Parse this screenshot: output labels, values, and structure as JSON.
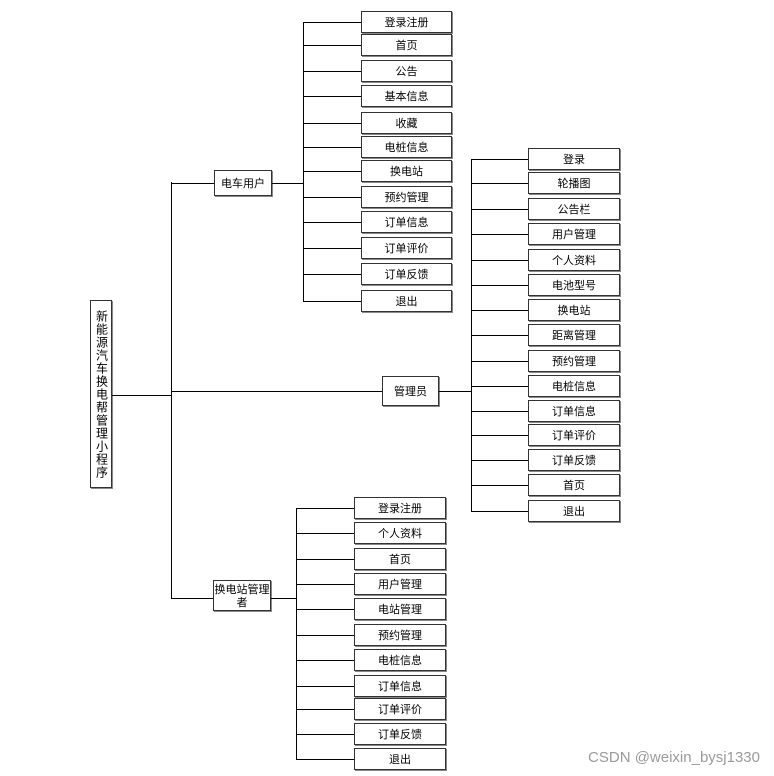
{
  "root": {
    "label": "新能源汽车换电帮管理小程序"
  },
  "branches": [
    {
      "key": "car_user",
      "label": "电车用户",
      "children": [
        "登录注册",
        "首页",
        "公告",
        "基本信息",
        "收藏",
        "电桩信息",
        "换电站",
        "预约管理",
        "订单信息",
        "订单评价",
        "订单反馈",
        "退出"
      ]
    },
    {
      "key": "admin",
      "label": "管理员",
      "children": [
        "登录",
        "轮播图",
        "公告栏",
        "用户管理",
        "个人资料",
        "电池型号",
        "换电站",
        "距离管理",
        "预约管理",
        "电桩信息",
        "订单信息",
        "订单评价",
        "订单反馈",
        "首页",
        "退出"
      ]
    },
    {
      "key": "station_manager",
      "label": "换电站管理者",
      "children": [
        "登录注册",
        "个人资料",
        "首页",
        "用户管理",
        "电站管理",
        "预约管理",
        "电桩信息",
        "订单信息",
        "订单评价",
        "订单反馈",
        "退出"
      ]
    }
  ],
  "watermark": "CSDN @weixin_bysj1330"
}
